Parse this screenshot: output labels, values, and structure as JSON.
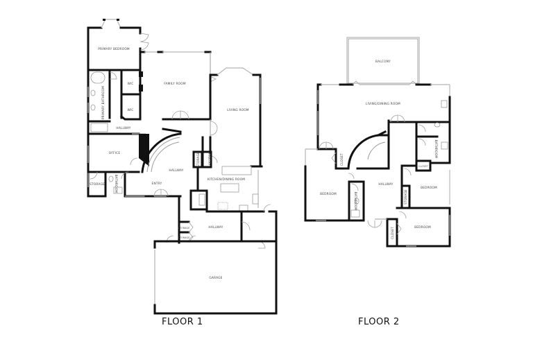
{
  "floors": [
    {
      "label": "FLOOR 1",
      "rooms": {
        "primary_bedroom": "PRIMARY BEDROOM",
        "family_room": "FAMILY ROOM",
        "wic_1": "WIC",
        "wic_2": "WIC",
        "primary_bathroom": "PRIMARY BATHROOM",
        "hallway_upper": "HALLWAY",
        "living_room": "LIVING ROOM",
        "office": "OFFICE",
        "hallway_center": "HALLWAY",
        "storage_1": "STORAGE",
        "pantry": "PANTRY",
        "kitchen_dining": "KITCHEN/DINING ROOM",
        "storage_2": "STORAGE",
        "bathroom": "BATHROOM",
        "entry": "ENTRY",
        "hallway_lower": "HALLWAY",
        "storage_3": "STORAGE",
        "storage_4": "STORAGE",
        "garage": "GARAGE"
      }
    },
    {
      "label": "FLOOR 2",
      "rooms": {
        "balcony": "BALCONY",
        "living_dining": "LIVING/DINING ROOM",
        "closet_1": "CLOSET",
        "bathroom_1": "BATHROOM",
        "closet_small": "CLOSET",
        "bedroom_1": "BEDROOM",
        "hallway": "HALLWAY",
        "bedroom_2": "BEDROOM",
        "bathroom_2": "BATHROOM",
        "storage": "STORAGE",
        "closet_2": "CLOSET",
        "bedroom_3": "BEDROOM"
      }
    }
  ]
}
